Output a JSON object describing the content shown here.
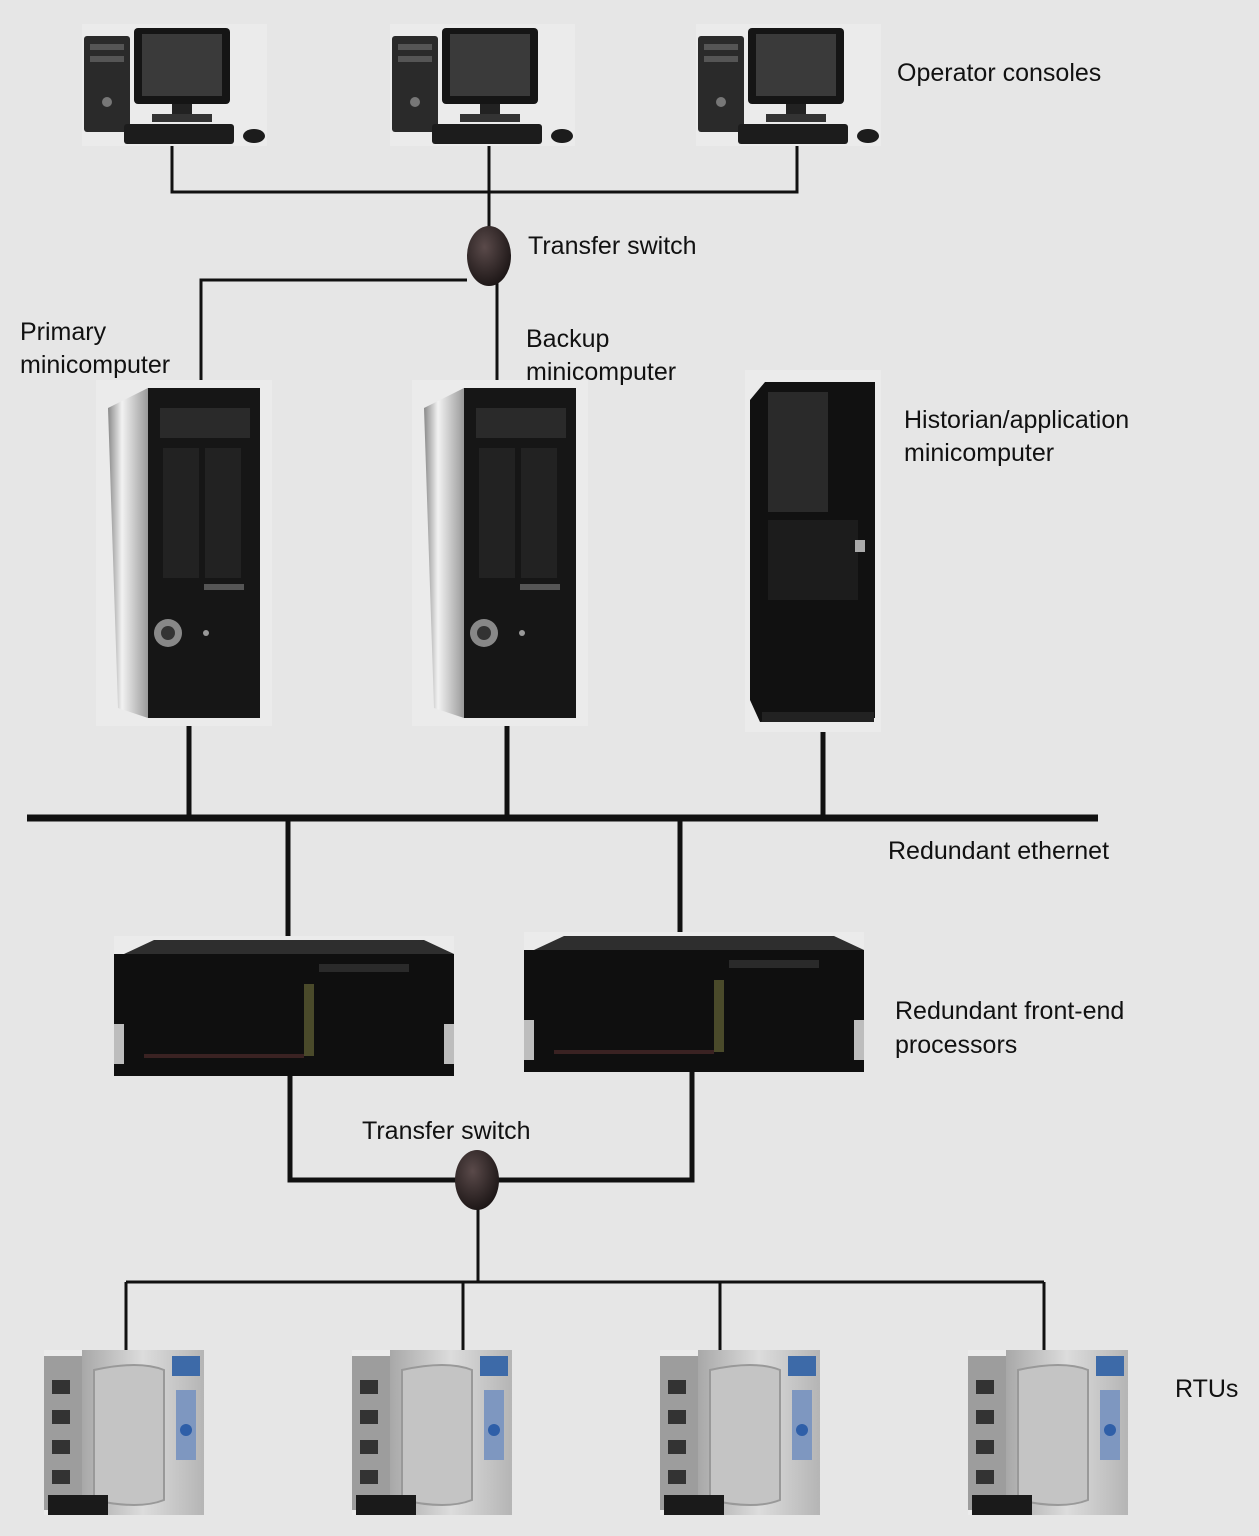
{
  "labels": {
    "operator_consoles": "Operator consoles",
    "transfer_switch_top": "Transfer switch",
    "primary_line1": "Primary",
    "primary_line2": "minicomputer",
    "backup_line1": "Backup",
    "backup_line2": "minicomputer",
    "historian_line1": "Historian/application",
    "historian_line2": "minicomputer",
    "redundant_ethernet": "Redundant ethernet",
    "fep_line1": "Redundant front-end",
    "fep_line2": "processors",
    "transfer_switch_bottom": "Transfer  switch",
    "rtus": "RTUs"
  },
  "colors": {
    "background": "#e6e6e6",
    "line": "#111111",
    "device_dark": "#141414",
    "device_silver": "#c9c9c9"
  },
  "icons": {
    "console": "desktop-computer-icon",
    "tower": "tower-server-icon",
    "rack_server": "rack-server-icon",
    "front_end_processor": "rackmount-processor-icon",
    "transfer_switch": "transfer-switch-icon",
    "rtu": "rtu-module-icon"
  }
}
